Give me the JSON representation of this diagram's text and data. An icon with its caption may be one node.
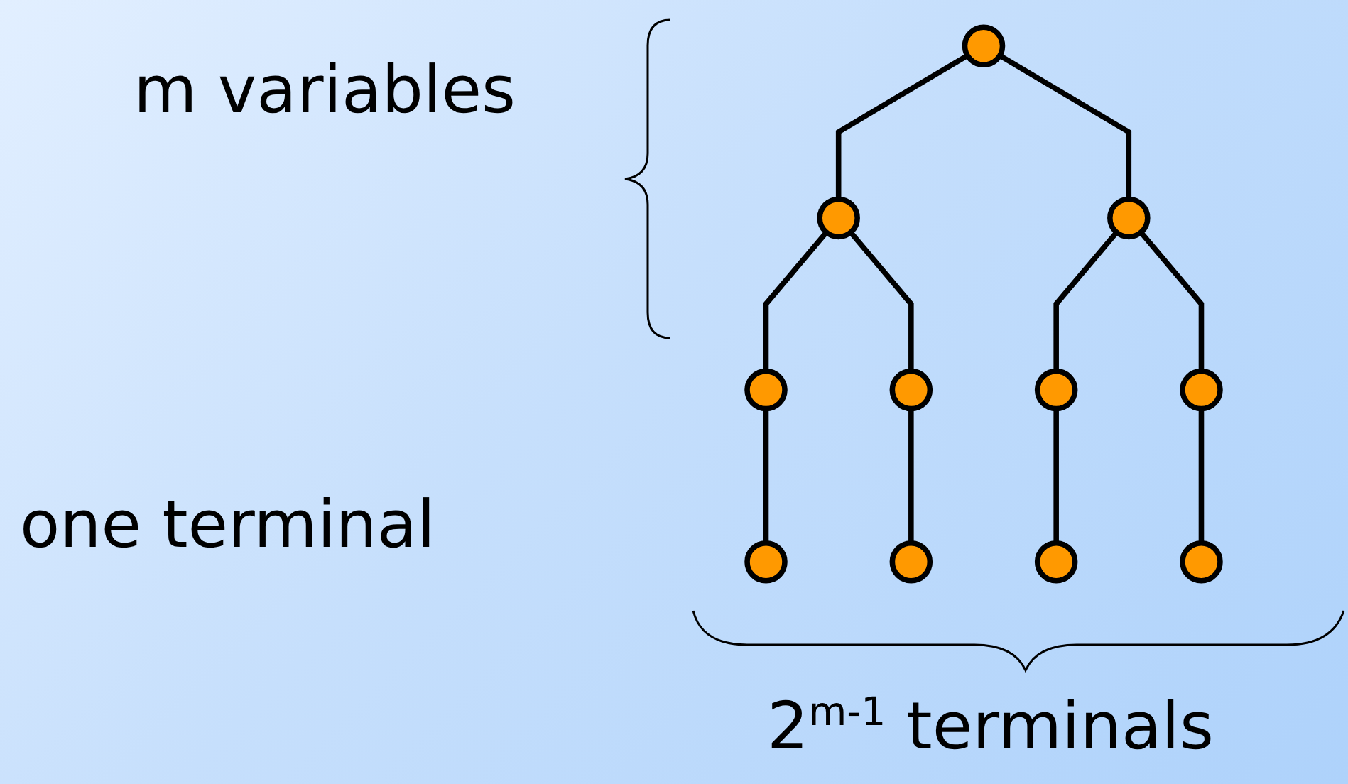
{
  "diagram": {
    "nodes": [
      {
        "text": [],
        "shape": "circle"
      },
      {
        "text": [],
        "shape": "circle"
      },
      {
        "text": [],
        "shape": "circle"
      },
      {
        "text": [],
        "shape": "circle"
      },
      {
        "text": [],
        "shape": "circle"
      },
      {
        "text": [],
        "shape": "circle"
      },
      {
        "text": [],
        "shape": "circle"
      },
      {
        "text": [],
        "shape": "circle"
      },
      {
        "text": [],
        "shape": "circle"
      },
      {
        "text": [],
        "shape": "circle"
      },
      {
        "text": [],
        "shape": "circle"
      }
    ],
    "edges": [
      {
        "from": 0,
        "to": 1,
        "arrow": "none"
      },
      {
        "from": 0,
        "to": 2,
        "arrow": "none"
      },
      {
        "from": 1,
        "to": 3,
        "arrow": "none"
      },
      {
        "from": 1,
        "to": 4,
        "arrow": "none"
      },
      {
        "from": 2,
        "to": 5,
        "arrow": "none"
      },
      {
        "from": 2,
        "to": 6,
        "arrow": "none"
      },
      {
        "from": 3,
        "to": 7,
        "arrow": "none"
      },
      {
        "from": 4,
        "to": 8,
        "arrow": "none"
      },
      {
        "from": 5,
        "to": 9,
        "arrow": "none"
      },
      {
        "from": 6,
        "to": 10,
        "arrow": "none"
      }
    ],
    "labels": [
      "m variables",
      "one terminal",
      "2$^{m-1}$ terminals"
    ]
  }
}
